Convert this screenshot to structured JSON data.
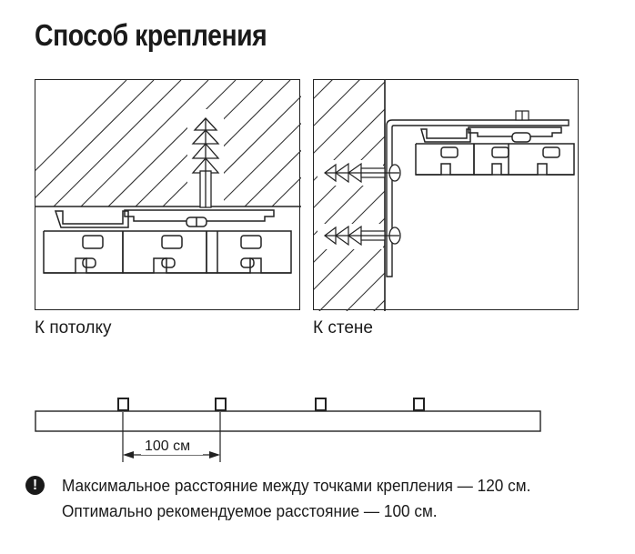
{
  "title": "Способ крепления",
  "panels": {
    "ceiling": {
      "caption": "К потолку"
    },
    "wall": {
      "caption": "К стене"
    }
  },
  "spacing": {
    "dimension_label": "100 см",
    "note_icon": "exclamation-icon",
    "note_line1": "Максимальное расстояние между точками крепления — 120 см.",
    "note_line2": "Оптимально рекомендуемое расстояние — 100 см."
  },
  "colors": {
    "ink": "#1a1a1a",
    "background": "#ffffff"
  }
}
